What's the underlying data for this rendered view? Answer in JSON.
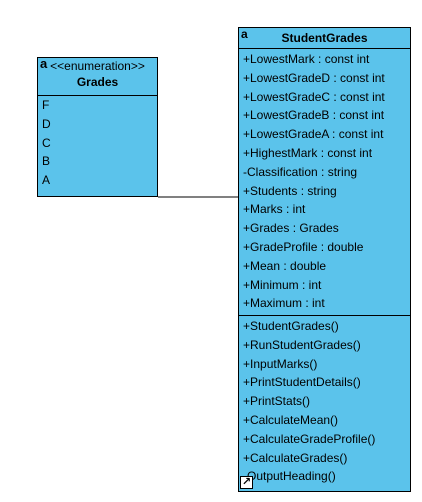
{
  "grades_class": {
    "icon": "a",
    "stereotype": "<<enumeration>>",
    "name": "Grades",
    "literals": [
      "F",
      "D",
      "C",
      "B",
      "A"
    ]
  },
  "student_class": {
    "icon": "a",
    "name": "StudentGrades",
    "attributes": [
      "+LowestMark : const int",
      "+LowestGradeD : const int",
      "+LowestGradeC : const int",
      "+LowestGradeB : const int",
      "+LowestGradeA : const int",
      "+HighestMark : const int",
      "-Classification : string",
      "+Students : string",
      "+Marks : int",
      "+Grades : Grades",
      "+GradeProfile : double",
      "+Mean : double",
      "+Minimum : int",
      "+Maximum : int"
    ],
    "operations": [
      "+StudentGrades()",
      "+RunStudentGrades()",
      "+InputMarks()",
      "+PrintStudentDetails()",
      "+PrintStats()",
      "+CalculateMean()",
      "+CalculateGradeProfile()",
      "+CalculateGrades()",
      "-OutputHeading()"
    ]
  },
  "colors": {
    "class_fill": "#5bc3eb",
    "line": "#000000"
  },
  "icons": {
    "class_icon": "class-icon",
    "corner": "resize-arrow-icon"
  }
}
